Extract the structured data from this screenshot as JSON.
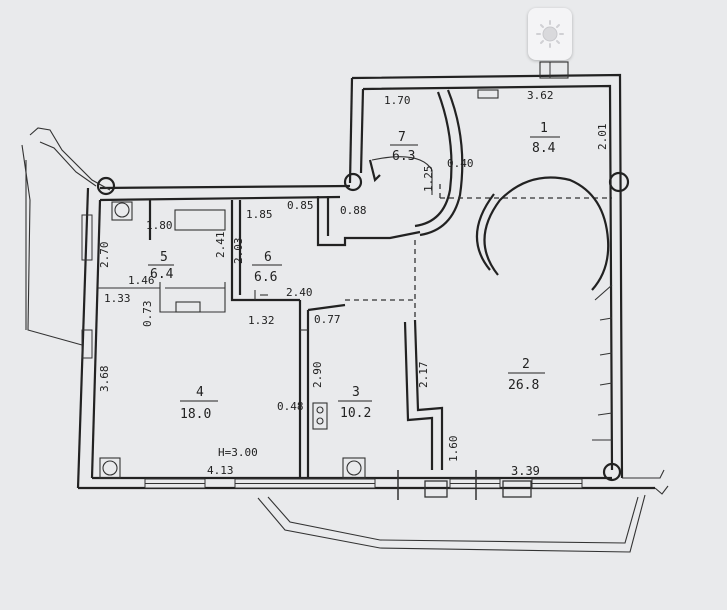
{
  "rooms": [
    {
      "num": "1",
      "area": "8.4"
    },
    {
      "num": "2",
      "area": "26.8"
    },
    {
      "num": "3",
      "area": "10.2"
    },
    {
      "num": "4",
      "area": "18.0"
    },
    {
      "num": "5",
      "area": "6.4"
    },
    {
      "num": "6",
      "area": "6.6"
    },
    {
      "num": "7",
      "area": "6.3"
    }
  ],
  "dimensions": {
    "d170": "1.70",
    "d362": "3.62",
    "d201": "2.01",
    "d040": "0.40",
    "d125": "1.25",
    "d085": "0.85",
    "d088": "0.88",
    "d185": "1.85",
    "d180": "1.80",
    "d241": "2.41",
    "d203": "2.03",
    "d270": "2.70",
    "d146": "1.46",
    "d133": "1.33",
    "d073": "0.73",
    "d240": "2.40",
    "d132": "1.32",
    "d077": "0.77",
    "d290": "2.90",
    "d217": "2.17",
    "d368": "3.68",
    "d048": "0.48",
    "d160": "1.60",
    "d413": "4.13",
    "d339": "3.39"
  },
  "ceiling_height": "H=3.00",
  "icons": {
    "control": "sun-icon"
  }
}
